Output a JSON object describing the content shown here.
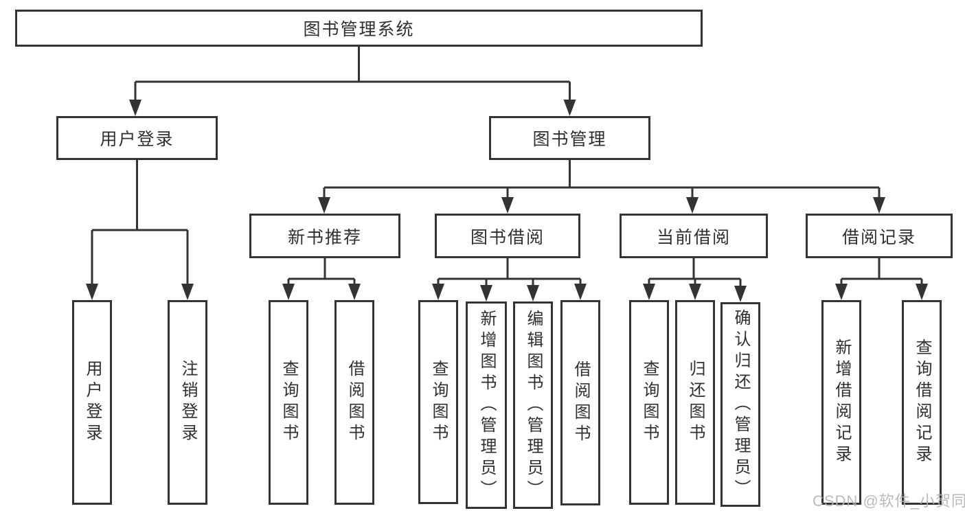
{
  "diagram": {
    "root": "图书管理系统",
    "level2": {
      "user_login": "用户登录",
      "book_management": "图书管理"
    },
    "level3": {
      "new_book_recommendation": "新书推荐",
      "book_borrowing": "图书借阅",
      "current_borrowing": "当前借阅",
      "borrowing_records": "借阅记录"
    },
    "leaves": {
      "user_login": "用户登录",
      "logout": "注销登录",
      "recommend_query_books": "查询图书",
      "recommend_borrow_books": "借阅图书",
      "borrow_query_books": "查询图书",
      "borrow_add_books_admin": "新增图书（管理员）",
      "borrow_edit_books_admin": "编辑图书（管理员）",
      "borrow_borrow_books": "借阅图书",
      "current_query_books": "查询图书",
      "current_return_books": "归还图书",
      "current_confirm_return_admin": "确认归还（管理员）",
      "records_add_record": "新增借阅记录",
      "records_query_record": "查询借阅记录"
    }
  },
  "watermark": "CSDN @软件_小贺同学",
  "colors": {
    "line": "#333333",
    "text": "#2f2f2f",
    "box_background": "#ffffff",
    "watermark": "#b3b3b3",
    "background": "#ffffff"
  }
}
